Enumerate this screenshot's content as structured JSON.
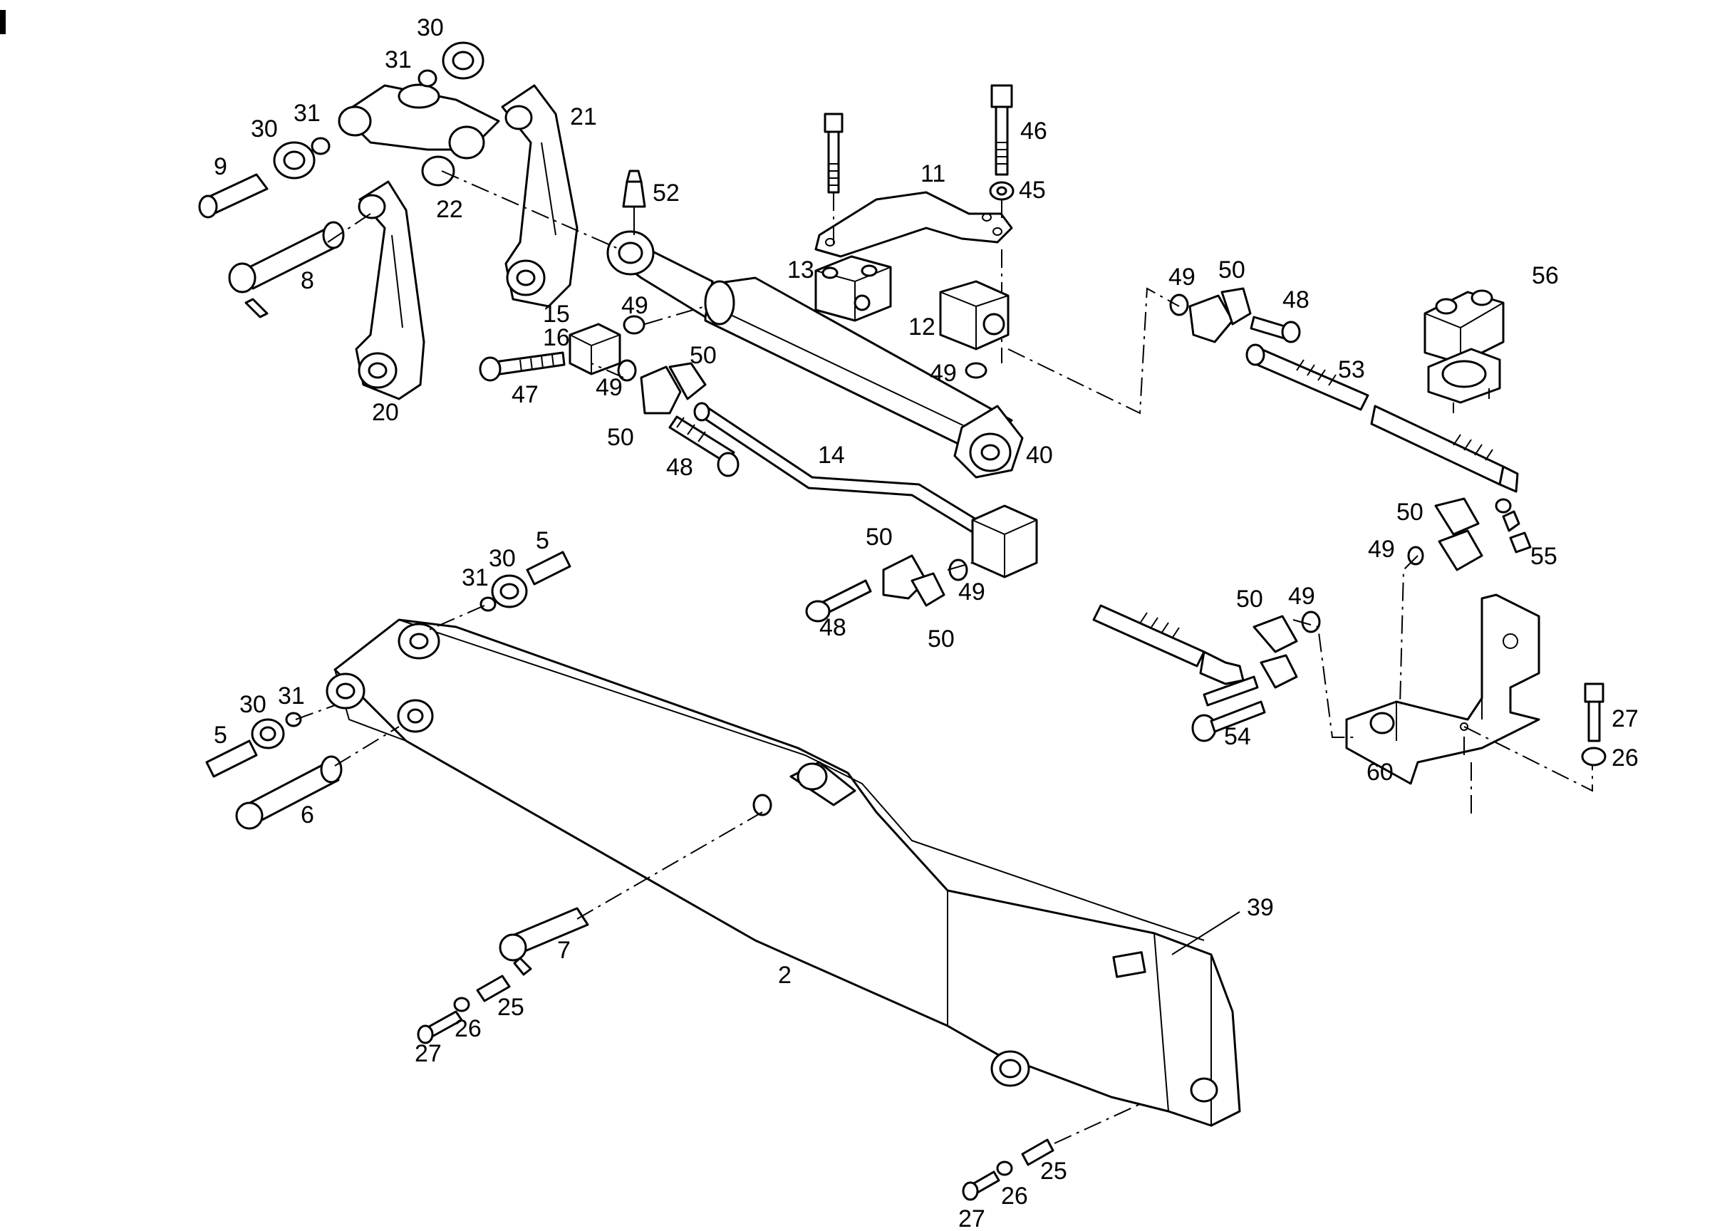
{
  "part_numbers": {
    "p2": "2",
    "p5a": "5",
    "p5b": "5",
    "p6": "6",
    "p7": "7",
    "p8": "8",
    "p9": "9",
    "p11": "11",
    "p12": "12",
    "p13": "13",
    "p14": "14",
    "p15": "15",
    "p16": "16",
    "p20": "20",
    "p21": "21",
    "p22": "22",
    "p25a": "25",
    "p25b": "25",
    "p26a": "26",
    "p26b": "26",
    "p26c": "26",
    "p27a": "27",
    "p27b": "27",
    "p27c": "27",
    "p30a": "30",
    "p30b": "30",
    "p30c": "30",
    "p30d": "30",
    "p31a": "31",
    "p31b": "31",
    "p31c": "31",
    "p31d": "31",
    "p39": "39",
    "p40": "40",
    "p45": "45",
    "p46": "46",
    "p47": "47",
    "p48a": "48",
    "p48b": "48",
    "p48c": "48",
    "p49a": "49",
    "p49b": "49",
    "p49c": "49",
    "p49d": "49",
    "p49e": "49",
    "p49f": "49",
    "p49g": "49",
    "p50a": "50",
    "p50b": "50",
    "p50c": "50",
    "p50d": "50",
    "p50e": "50",
    "p50f": "50",
    "p50g": "50",
    "p52": "52",
    "p53": "53",
    "p54": "54",
    "p55": "55",
    "p56": "56",
    "p60": "60"
  }
}
